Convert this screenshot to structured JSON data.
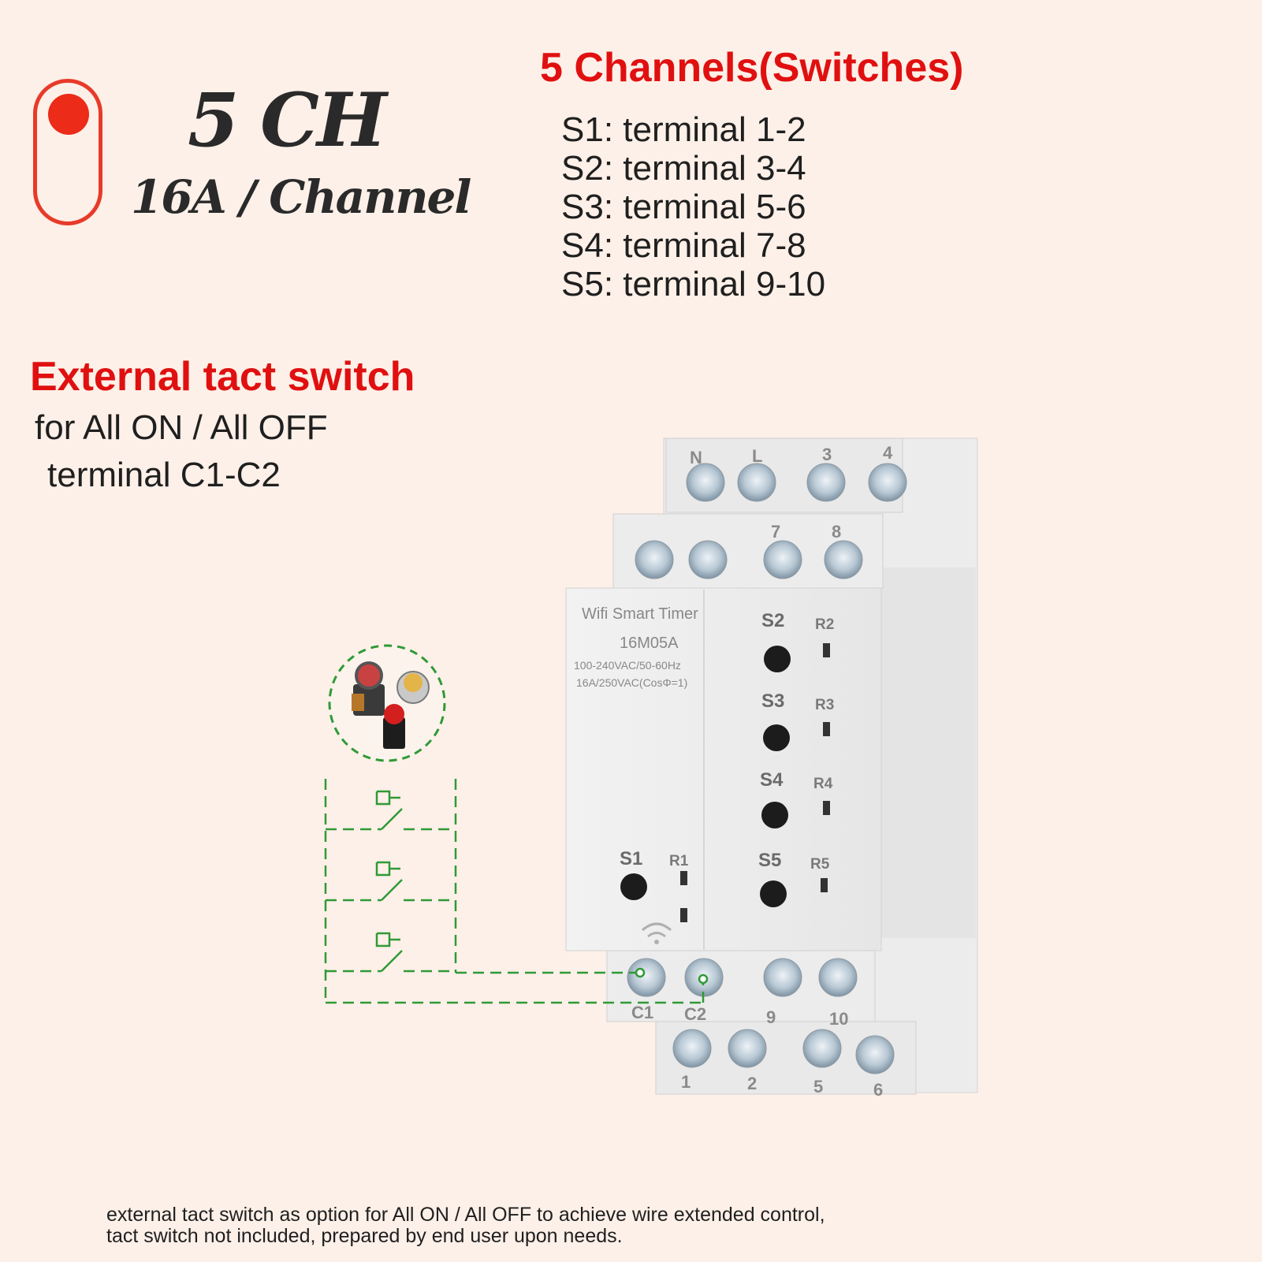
{
  "badge": {
    "title": "5 CH",
    "subtitle": "16A / Channel"
  },
  "channels": {
    "title": "5 Channels(Switches)",
    "items": [
      "S1: terminal 1-2",
      "S2: terminal 3-4",
      "S3: terminal 5-6",
      "S4: terminal 7-8",
      "S5: terminal 9-10"
    ]
  },
  "external": {
    "title": "External tact switch",
    "line1": "for All ON / All OFF",
    "line2": "terminal C1-C2"
  },
  "device": {
    "name": "Wifi Smart Timer",
    "model": "16M05A",
    "spec1": "100-240VAC/50-60Hz",
    "spec2": "16A/250VAC(CosΦ=1)",
    "buttons": [
      "S1",
      "S2",
      "S3",
      "S4",
      "S5"
    ],
    "leds": [
      "R1",
      "R2",
      "R3",
      "R4",
      "R5"
    ],
    "terminals_top": [
      "N",
      "L",
      "3",
      "4"
    ],
    "terminals_upper_mid": [
      "7",
      "8"
    ],
    "terminals_lower_mid": [
      "C1",
      "C2",
      "9",
      "10"
    ],
    "terminals_bottom": [
      "1",
      "2",
      "5",
      "6"
    ]
  },
  "footnote": {
    "line1": "external tact switch as option for All ON / All OFF to achieve wire extended control,",
    "line2": "tact switch not included, prepared by end user upon needs."
  },
  "colors": {
    "accent_red": "#e01010",
    "wire_green": "#2f9a36",
    "background": "#fdf0e8"
  }
}
